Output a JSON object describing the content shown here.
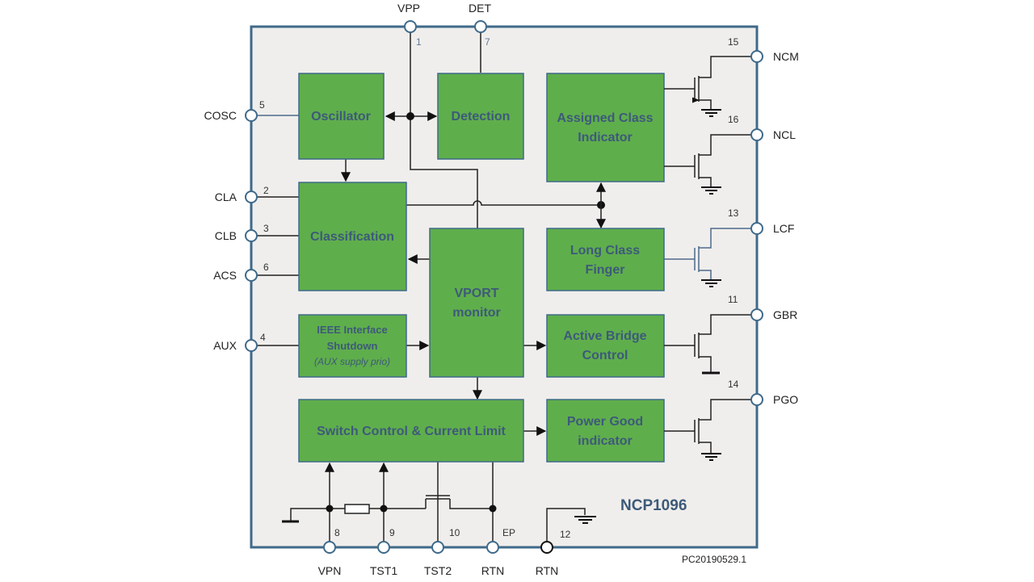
{
  "diagram": {
    "chip_name": "NCP1096",
    "doc_id": "PC20190529.1",
    "colors": {
      "block_fill": "#5fae4c",
      "block_border": "#3f6a8a",
      "block_text": "#3d5a7a",
      "package_border": "#3f6a8a",
      "package_fill": "#f0eeec"
    },
    "blocks": {
      "oscillator": [
        "Oscillator"
      ],
      "detection": [
        "Detection"
      ],
      "assigned_class": [
        "Assigned Class",
        "Indicator"
      ],
      "classification": [
        "Classification"
      ],
      "vport": [
        "VPORT",
        "monitor"
      ],
      "long_class": [
        "Long Class",
        "Finger"
      ],
      "ieee": [
        "IEEE Interface",
        "Shutdown",
        "(AUX supply prio)"
      ],
      "active_bridge": [
        "Active Bridge",
        "Control"
      ],
      "switch_control": [
        "Switch Control & Current Limit"
      ],
      "power_good": [
        "Power Good",
        "indicator"
      ]
    },
    "pins": {
      "vpp": {
        "name": "VPP",
        "number": "1"
      },
      "det": {
        "name": "DET",
        "number": "7"
      },
      "cosc": {
        "name": "COSC",
        "number": "5"
      },
      "cla": {
        "name": "CLA",
        "number": "2"
      },
      "clb": {
        "name": "CLB",
        "number": "3"
      },
      "acs": {
        "name": "ACS",
        "number": "6"
      },
      "aux": {
        "name": "AUX",
        "number": "4"
      },
      "ncm": {
        "name": "NCM",
        "number": "15"
      },
      "ncl": {
        "name": "NCL",
        "number": "16"
      },
      "lcf": {
        "name": "LCF",
        "number": "13"
      },
      "gbr": {
        "name": "GBR",
        "number": "11"
      },
      "pgo": {
        "name": "PGO",
        "number": "14"
      },
      "vpn": {
        "name": "VPN",
        "number": "8"
      },
      "tst1": {
        "name": "TST1",
        "number": "9"
      },
      "tst2": {
        "name": "TST2",
        "number": "10"
      },
      "rtn_ep": {
        "name": "RTN",
        "number": "EP"
      },
      "rtn12": {
        "name": "RTN",
        "number": "12"
      }
    }
  }
}
